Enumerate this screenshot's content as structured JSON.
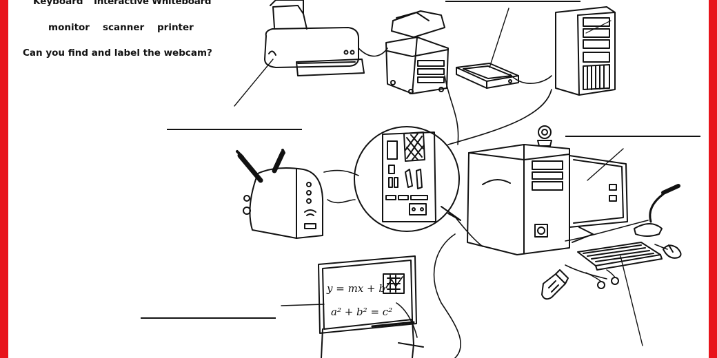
{
  "word_bank": {
    "keyboard": "Keyboard",
    "interactive_whiteboard": "Interactive Whiteboard",
    "monitor": "monitor",
    "scanner": "scanner",
    "printer": "printer"
  },
  "question": "Can you find and label the webcam?",
  "whiteboard": {
    "equation_1": "y = mx + b",
    "equation_2": "a² + b² = c²"
  },
  "colors": {
    "frame": "#e8141b",
    "ink": "#111111"
  }
}
